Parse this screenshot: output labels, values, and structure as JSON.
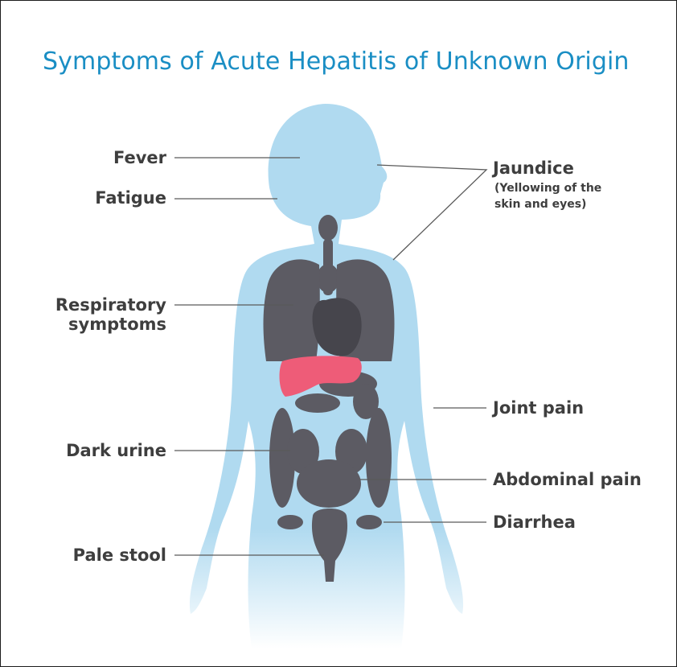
{
  "title": "Symptoms of Acute Hepatitis of Unknown Origin",
  "colors": {
    "title": "#1a8ec4",
    "body": "#b0daf0",
    "organs": "#5c5b63",
    "liver": "#ee5c78",
    "text": "#3e3e3e",
    "leader": "#5a5a5a"
  },
  "icons": [
    "female-body-silhouette",
    "internal-organs",
    "liver-icon"
  ],
  "labels": {
    "fever": "Fever",
    "fatigue": "Fatigue",
    "respiratory_line1": "Respiratory",
    "respiratory_line2": "symptoms",
    "dark_urine": "Dark urine",
    "pale_stool": "Pale stool",
    "jaundice": "Jaundice",
    "jaundice_note_line1": "(Yellowing of the",
    "jaundice_note_line2": "skin and eyes)",
    "joint_pain": "Joint pain",
    "abdominal_pain": "Abdominal pain",
    "diarrhea": "Diarrhea"
  }
}
